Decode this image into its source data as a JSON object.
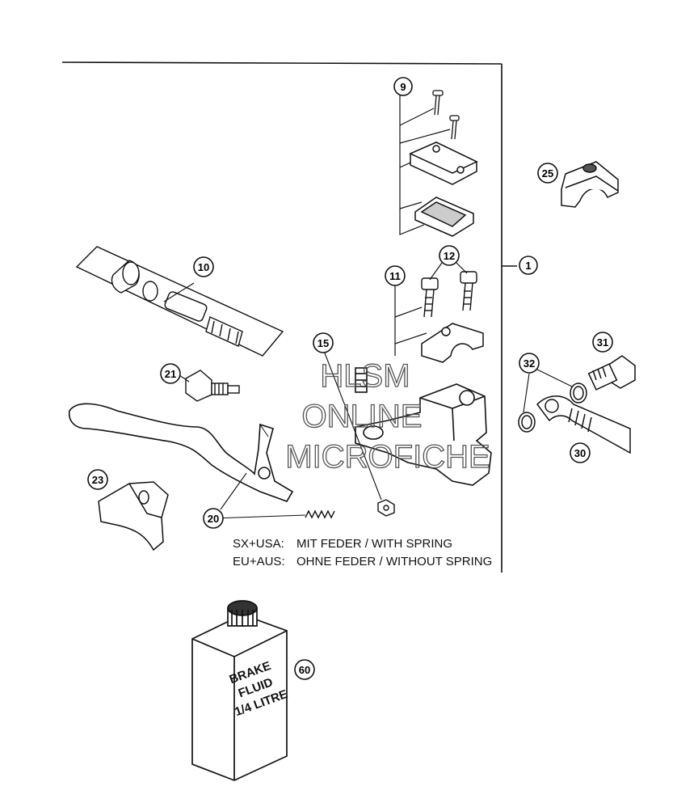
{
  "callouts": {
    "c1": "1",
    "c9": "9",
    "c10": "10",
    "c11": "11",
    "c12": "12",
    "c15": "15",
    "c20": "20",
    "c21": "21",
    "c23": "23",
    "c25": "25",
    "c30": "30",
    "c31": "31",
    "c32": "32",
    "c60": "60"
  },
  "notes": {
    "line1_region": "SX+USA:",
    "line1_text": "MIT FEDER / WITH SPRING",
    "line2_region": "EU+AUS:",
    "line2_text": "OHNE FEDER / WITHOUT SPRING"
  },
  "bottle_label": {
    "line1": "BRAKE",
    "line2": "FLUID",
    "line3": "1/4 LITRE"
  },
  "watermark": {
    "line1": "HLSM",
    "line2": "ONLINE",
    "line3": "MICROFICHE"
  }
}
